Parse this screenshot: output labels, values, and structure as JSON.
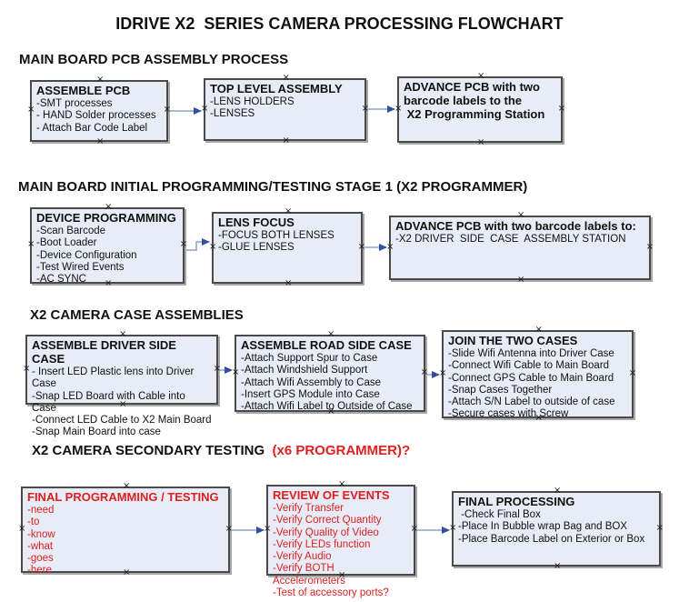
{
  "title": "IDRIVE X2  SERIES CAMERA PROCESSING FLOWCHART",
  "colors": {
    "box_fill": "#e7ecf6",
    "box_border": "#4a4a4a",
    "arrow_line": "#8ca0c8",
    "arrow_head": "#3350a0",
    "red_text": "#dd2020"
  },
  "sections": [
    {
      "label": "MAIN BOARD PCB ASSEMBLY PROCESS",
      "suffix": ""
    },
    {
      "label": "MAIN BOARD INITIAL PROGRAMMING/TESTING STAGE 1 (X2 PROGRAMMER)",
      "suffix": ""
    },
    {
      "label": "X2 CAMERA CASE ASSEMBLIES",
      "suffix": ""
    },
    {
      "label": "X2 CAMERA SECONDARY TESTING ",
      "suffix": " (x6 PROGRAMMER)?"
    }
  ],
  "boxes": [
    {
      "id": "assemble-pcb",
      "title": "ASSEMBLE PCB",
      "lines": [
        "-SMT processes",
        "- HAND Solder processes",
        "- Attach Bar Code Label"
      ]
    },
    {
      "id": "top-level-assembly",
      "title": "TOP LEVEL ASSEMBLY",
      "lines": [
        "-LENS HOLDERS",
        "-LENSES"
      ]
    },
    {
      "id": "advance-pcb-to-programming",
      "title": "ADVANCE PCB with two barcode labels to the\n X2 Programming Station",
      "lines": []
    },
    {
      "id": "device-programming",
      "title": "DEVICE PROGRAMMING",
      "lines": [
        "-Scan Barcode",
        "-Boot Loader",
        "-Device Configuration",
        "-Test Wired Events",
        "-AC SYNC"
      ]
    },
    {
      "id": "lens-focus",
      "title": "LENS FOCUS",
      "lines": [
        "-FOCUS BOTH LENSES",
        "-GLUE LENSES"
      ]
    },
    {
      "id": "advance-pcb-to-assembly",
      "title": "ADVANCE PCB with two barcode labels to:",
      "lines": [
        "-X2 DRIVER  SIDE  CASE  ASSEMBLY STATION"
      ]
    },
    {
      "id": "assemble-driver-side-case",
      "title": "ASSEMBLE DRIVER SIDE CASE",
      "lines": [
        "- Insert LED Plastic lens into Driver Case",
        "-Snap LED Board with Cable into Case",
        "-Connect LED Cable to X2 Main Board",
        "-Snap Main Board into case"
      ]
    },
    {
      "id": "assemble-road-side-case",
      "title": "ASSEMBLE ROAD SIDE CASE",
      "lines": [
        "-Attach Support Spur to Case",
        "-Attach Windshield Support",
        "-Attach Wifi Assembly to Case",
        "-Insert GPS Module into Case",
        "-Attach Wifi Label to Outside of Case"
      ]
    },
    {
      "id": "join-the-two-cases",
      "title": "JOIN THE TWO CASES",
      "lines": [
        "-Slide Wifi Antenna into Driver Case",
        "-Connect Wifi Cable to Main Board",
        "-Connect GPS Cable to Main Board",
        "-Snap Cases Together",
        "-Attach S/N Label to outside of case",
        "-Secure cases with Screw"
      ]
    },
    {
      "id": "final-programming-testing",
      "title": "FINAL PROGRAMMING / TESTING",
      "lines": [
        "-need",
        "-to",
        "-know",
        "-what",
        "-goes",
        "-here"
      ]
    },
    {
      "id": "review-of-events",
      "title": "REVIEW OF EVENTS",
      "lines": [
        "-Verify Transfer",
        "-Verify Correct Quantity",
        "-Verify Quality of Video",
        "-Verify LEDs function",
        "-Verify Audio",
        "-Verify BOTH Accelerometers",
        "-Test of accessory ports?"
      ]
    },
    {
      "id": "final-processing",
      "title": "FINAL PROCESSING",
      "lines": [
        " -Check Final Box",
        "-Place In Bubble wrap Bag and BOX",
        "-Place Barcode Label on Exterior or Box"
      ]
    }
  ],
  "flows": [
    {
      "from": "assemble-pcb",
      "to": "top-level-assembly"
    },
    {
      "from": "top-level-assembly",
      "to": "advance-pcb-to-programming"
    },
    {
      "from": "device-programming",
      "to": "lens-focus"
    },
    {
      "from": "lens-focus",
      "to": "advance-pcb-to-assembly"
    },
    {
      "from": "assemble-driver-side-case",
      "to": "assemble-road-side-case"
    },
    {
      "from": "assemble-road-side-case",
      "to": "join-the-two-cases"
    },
    {
      "from": "final-programming-testing",
      "to": "review-of-events"
    },
    {
      "from": "review-of-events",
      "to": "final-processing"
    }
  ]
}
